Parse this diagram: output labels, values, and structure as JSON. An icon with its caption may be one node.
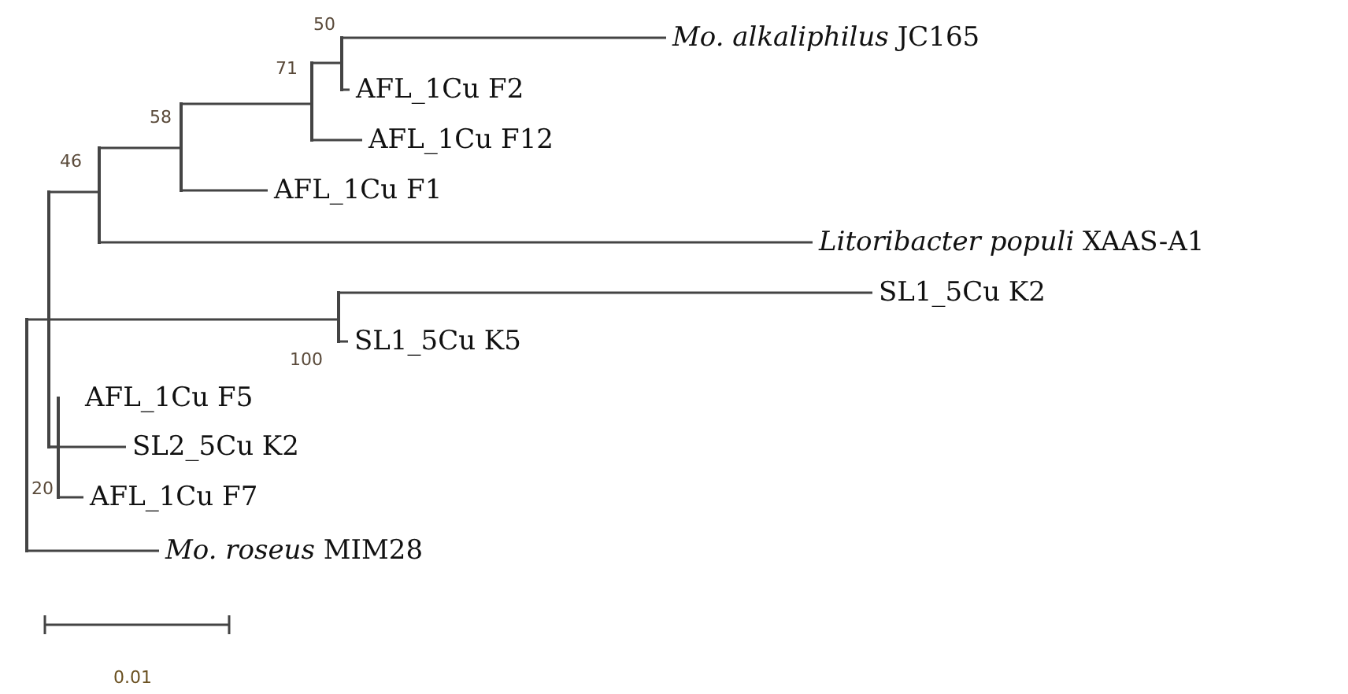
{
  "diagram": {
    "nodes": [
      {
        "text": [
          "*Mo. alkaliphilus* JC165"
        ]
      },
      {
        "text": [],
        "shape": "bar",
        "beside": [
          "50"
        ]
      },
      {
        "text": [
          "AFL_1Cu F2"
        ]
      },
      {
        "text": [],
        "shape": "bar",
        "beside": [
          "71"
        ]
      },
      {
        "text": [
          "AFL_1Cu F12"
        ]
      },
      {
        "text": [],
        "shape": "bar",
        "beside": [
          "58"
        ]
      },
      {
        "text": [
          "AFL_1Cu F1"
        ]
      },
      {
        "text": [],
        "shape": "bar",
        "beside": [
          "46"
        ]
      },
      {
        "text": [],
        "shape": "bar"
      },
      {
        "text": [
          "*Litoribacter populi* XAAS-A1"
        ]
      },
      {
        "text": [
          "SL1_5Cu K2"
        ]
      },
      {
        "text": [],
        "shape": "bar",
        "beside": [
          "100"
        ]
      },
      {
        "text": [],
        "shape": "bar"
      },
      {
        "text": [
          "SL1_5Cu K5"
        ]
      },
      {
        "text": [
          "AFL_1Cu F5"
        ]
      },
      {
        "text": [],
        "shape": "bar",
        "beside": [
          "20"
        ]
      },
      {
        "text": [
          "SL2_5Cu K2"
        ]
      },
      {
        "text": [
          "AFL_1Cu F7"
        ]
      },
      {
        "text": [
          "*Mo. roseus* MIM28"
        ]
      }
    ],
    "edges": [
      {
        "from": 1,
        "to": 0,
        "arrow": "none"
      },
      {
        "from": 1,
        "to": 2,
        "arrow": "none"
      },
      {
        "from": 3,
        "to": 1,
        "arrow": "none"
      },
      {
        "from": 3,
        "to": 4,
        "arrow": "none"
      },
      {
        "from": 5,
        "to": 3,
        "arrow": "none"
      },
      {
        "from": 5,
        "to": 6,
        "arrow": "none"
      },
      {
        "from": 7,
        "to": 5,
        "arrow": "none"
      },
      {
        "from": 7,
        "to": 9,
        "arrow": "none"
      },
      {
        "from": 12,
        "to": 7,
        "arrow": "none"
      },
      {
        "from": 12,
        "to": 16,
        "arrow": "none"
      },
      {
        "from": 12,
        "to": 15,
        "arrow": "none"
      },
      {
        "from": 11,
        "to": 10,
        "arrow": "none"
      },
      {
        "from": 11,
        "to": 13,
        "arrow": "none"
      },
      {
        "from": 8,
        "to": 11,
        "arrow": "none"
      },
      {
        "from": 8,
        "to": 18,
        "arrow": "none"
      },
      {
        "from": 15,
        "to": 17,
        "arrow": "none"
      }
    ],
    "labels": [
      "0.01"
    ]
  }
}
